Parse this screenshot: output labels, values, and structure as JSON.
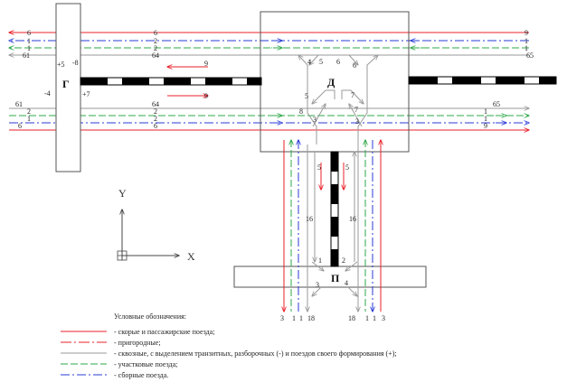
{
  "colors": {
    "express": "#e8202a",
    "suburban": "#e8202a",
    "through": "#9a9a9a",
    "district": "#2ea84a",
    "pickup": "#2a3bd6",
    "track": "#000000",
    "outline": "#555555"
  },
  "stations": {
    "g": "Г",
    "d": "Д",
    "p": "П"
  },
  "axes": {
    "y": "Y",
    "x": "X"
  },
  "main_lines": {
    "top": {
      "left": [
        "6",
        "1",
        "1",
        "61"
      ],
      "mid": [
        "6",
        "2",
        "2",
        "64"
      ],
      "right": [
        "9",
        "1",
        "1",
        "65"
      ]
    },
    "bottom": {
      "left": [
        "61",
        "2",
        "1",
        "6"
      ],
      "mid": [
        "64",
        "2",
        "2",
        "6"
      ],
      "right": [
        "65",
        "1",
        "1",
        "9"
      ]
    }
  },
  "g_labels": {
    "plus5": "+5",
    "minus8": "-8",
    "minus4": "-4",
    "plus7": "+7"
  },
  "shunting_labels": {
    "upper": "9",
    "lower": "9"
  },
  "d_labels": {
    "top_left4": "4",
    "top_left5": "5",
    "top_right6a": "6",
    "top_right6b": "6",
    "mid_left5": "5",
    "mid_right7": "7",
    "low_left8": "8",
    "low_right7": "7",
    "low_left3": "3",
    "low_right3": "3"
  },
  "branch_labels": {
    "shunt_left5": "5",
    "shunt_right5": "5",
    "left16": "16",
    "right16": "16",
    "p1": "1",
    "p2": "2",
    "p3": "3",
    "p4": "4"
  },
  "bottom_labels": {
    "left": [
      "3",
      "1",
      "1",
      "18"
    ],
    "right": [
      "18",
      "1",
      "1",
      "3"
    ]
  },
  "legend": {
    "title": "Условные  обозначения:",
    "items": [
      {
        "key": "express",
        "text": "- скорые и пассажирские поезда;"
      },
      {
        "key": "suburban",
        "text": "- пригородные;"
      },
      {
        "key": "through",
        "text": "- сквозные, с выделением транзитных, разборочных (-) и поездов своего формирования (+);"
      },
      {
        "key": "district",
        "text": "- участковые поезда;"
      },
      {
        "key": "pickup",
        "text": "- сборные поезда."
      }
    ]
  }
}
